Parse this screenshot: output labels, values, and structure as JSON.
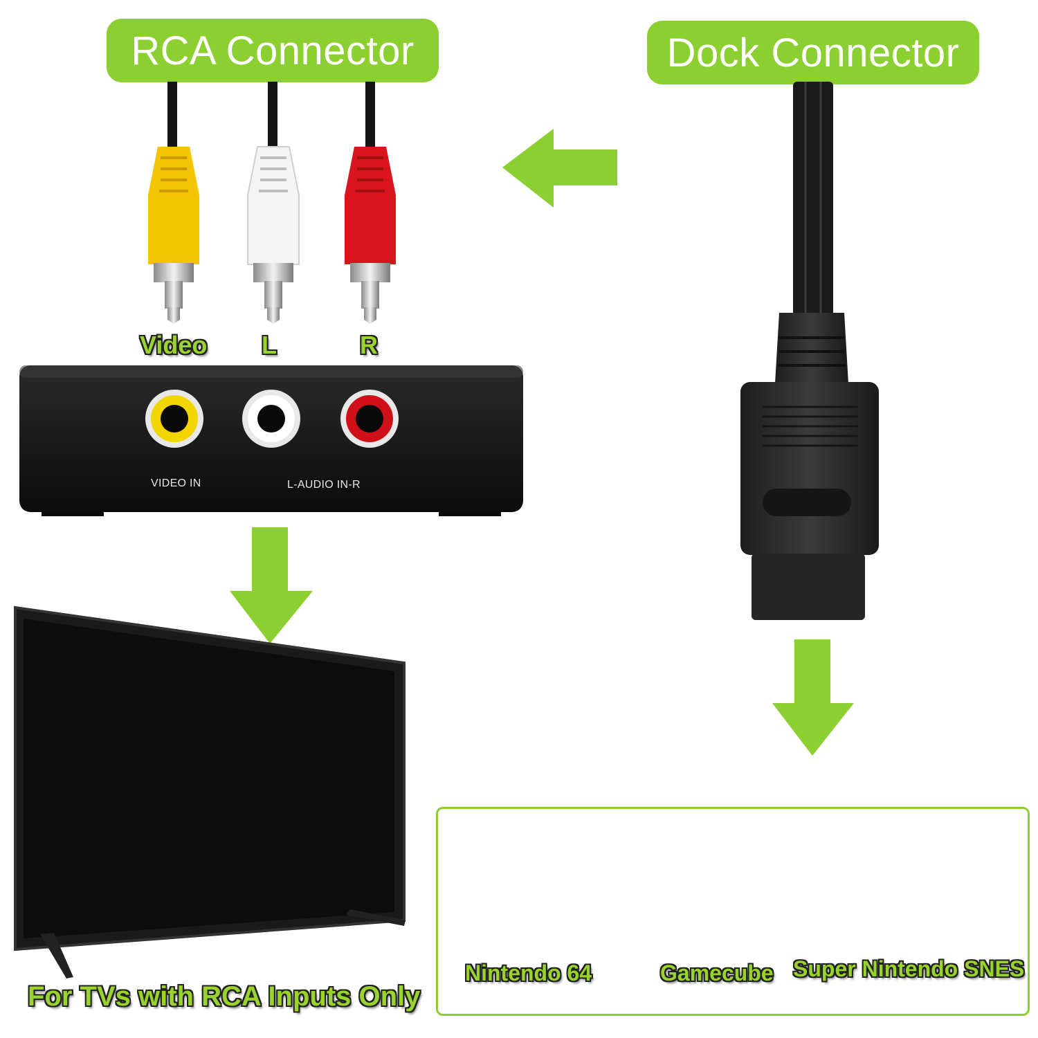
{
  "theme": {
    "accent": "#8ccf30",
    "dark": "#141414"
  },
  "headers": {
    "rca": "RCA Connector",
    "dock": "Dock Connector"
  },
  "plugs": {
    "video": "Video",
    "left": "L",
    "right": "R"
  },
  "box": {
    "video_port_label": "VIDEO IN",
    "audio_port_label": "L-AUDIO IN-R"
  },
  "tv": {
    "caption": "For TVs with RCA Inputs Only"
  },
  "consoles": [
    {
      "name": "Nintendo 64"
    },
    {
      "name": "Gamecube"
    },
    {
      "name": "Super Nintendo SNES"
    }
  ]
}
